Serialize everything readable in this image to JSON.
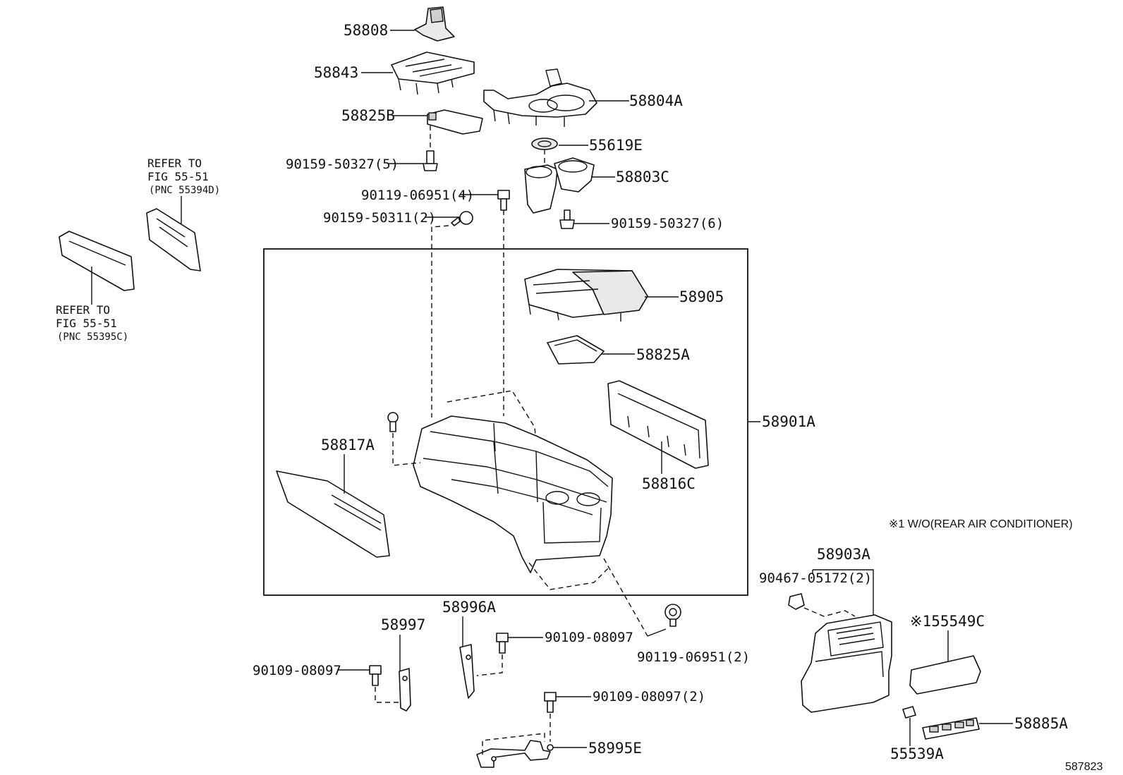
{
  "labels": {
    "p58808": "58808",
    "p58843": "58843",
    "p58804A": "58804A",
    "p58825B": "58825B",
    "p55619E": "55619E",
    "p58803C": "58803C",
    "b90159_50327_5": "90159-50327(5)",
    "b90119_06951_4": "90119-06951(4)",
    "b90159_50311_2": "90159-50311(2)",
    "b90159_50327_6": "90159-50327(6)",
    "p58905": "58905",
    "p58825A": "58825A",
    "p58901A": "58901A",
    "p58817A": "58817A",
    "p58816C": "58816C",
    "p58997": "58997",
    "p58996A": "58996A",
    "b90109_08097_a": "90109-08097",
    "b90109_08097_b": "90109-08097",
    "b90119_06951_2": "90119-06951(2)",
    "b90109_08097_2": "90109-08097(2)",
    "p58995E": "58995E",
    "p58903A": "58903A",
    "b90467_05172_2": "90467-05172(2)",
    "p55549C": "※155549C",
    "p58885A": "58885A",
    "p55539A": "55539A"
  },
  "refs": {
    "upper": {
      "line1": "REFER TO",
      "line2": "FIG 55-51",
      "line3": "(PNC 55394D)"
    },
    "lower": {
      "line1": "REFER TO",
      "line2": "FIG 55-51",
      "line3": "(PNC 55395C)"
    }
  },
  "note": "※1 W/O(REAR AIR CONDITIONER)",
  "diagram_id": "587823"
}
